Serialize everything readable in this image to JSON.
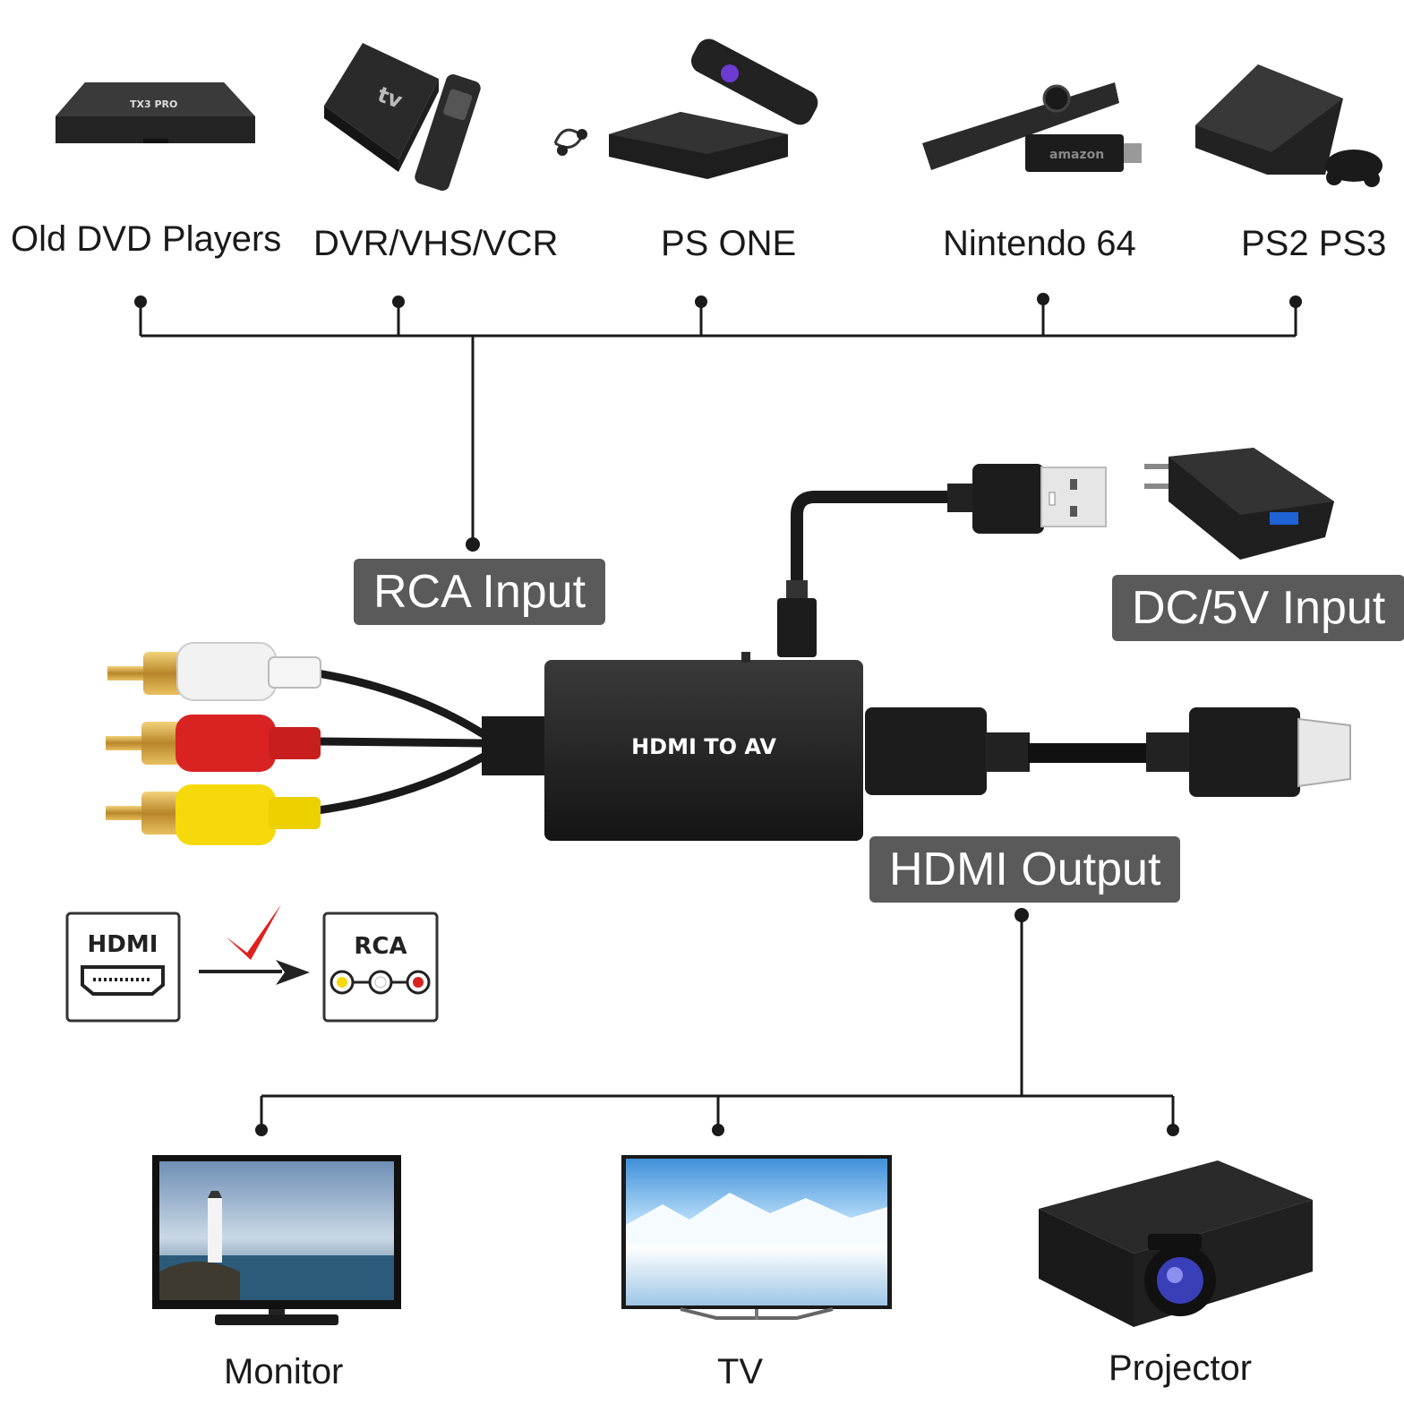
{
  "sources": [
    {
      "label": "Old DVD Players",
      "device": "android-tv-box-image"
    },
    {
      "label": "DVR/VHS/VCR",
      "device": "apple-tv-image"
    },
    {
      "label": "PS ONE",
      "device": "roku-player-image"
    },
    {
      "label": "Nintendo 64",
      "device": "fire-tv-stick-image"
    },
    {
      "label": "PS2 PS3",
      "device": "playstation-console-image"
    }
  ],
  "device_brand_marks": {
    "tv_box": "TX3 PRO",
    "apple_tv": "tv",
    "fire_stick": "amazon"
  },
  "tags": {
    "rca_input": "RCA Input",
    "dc_input": "DC/5V Input",
    "hdmi_output": "HDMI Output"
  },
  "converter": {
    "label": "HDMI TO AV"
  },
  "conversion_icon": {
    "from_label": "HDMI",
    "to_label": "RCA"
  },
  "outputs": [
    {
      "label": "Monitor",
      "device": "monitor-image"
    },
    {
      "label": "TV",
      "device": "tv-image"
    },
    {
      "label": "Projector",
      "device": "projector-image"
    }
  ],
  "colors": {
    "tag_background": "#5a5a5a",
    "rca_white": "#f2f2f2",
    "rca_red": "#d92323",
    "rca_yellow": "#f5d90a",
    "check_red": "#e0201c",
    "device_black": "#1c1c1c"
  }
}
